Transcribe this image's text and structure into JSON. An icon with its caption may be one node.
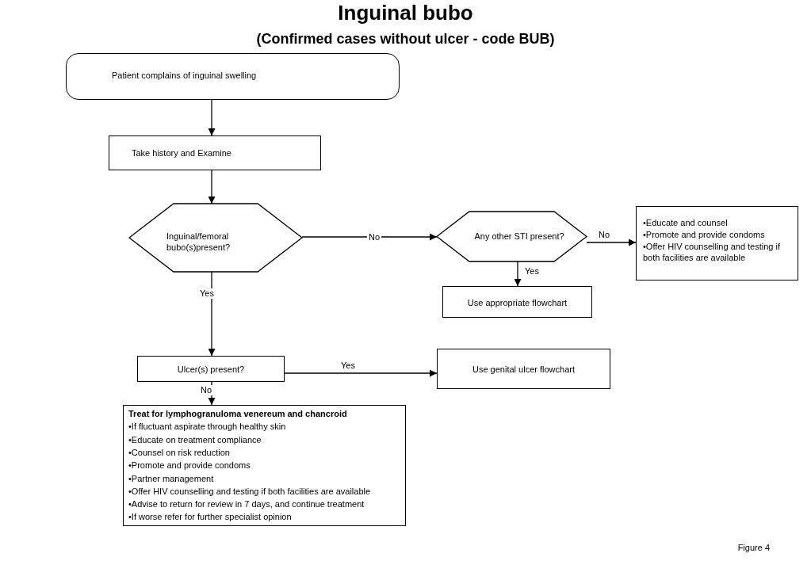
{
  "diagram": {
    "title": "Inguinal bubo",
    "caption": "Figure 4",
    "labels": [
      "(Confirmed cases without ulcer - code BUB)"
    ],
    "nodes": [
      {
        "text": [
          "Patient complains of inguinal swelling"
        ]
      },
      {
        "text": [
          "Take history and Examine"
        ]
      },
      {
        "text": [
          "Inguinal/femoral bubo(s)present?"
        ]
      },
      {
        "text": [
          "Any other STI present?"
        ]
      },
      {
        "text": [
          "•Educate and counsel",
          "•Promote and provide condoms",
          "•Offer HIV counselling and testing if both facilities are available"
        ]
      },
      {
        "text": [
          "Use appropriate flowchart"
        ]
      },
      {
        "text": [
          "Ulcer(s) present?"
        ]
      },
      {
        "text": [
          "Use genital ulcer flowchart"
        ]
      },
      {
        "text": [
          "Treat for lymphogranuloma  venereum and chancroid",
          "•If fluctuant aspirate through healthy skin",
          "•Educate on treatment compliance",
          "•Counsel on risk reduction",
          "•Promote and provide condoms",
          "•Partner management",
          "•Offer HIV counselling and testing if both facilities are available",
          "•Advise to return for review in 7 days, and continue treatment",
          "•If worse refer for further specialist opinion"
        ]
      }
    ],
    "edges": [
      {
        "from": 0,
        "to": 1,
        "arrow": "to"
      },
      {
        "from": 1,
        "to": 2,
        "arrow": "to"
      },
      {
        "from": 2,
        "to": 3,
        "arrow": "to",
        "label": "No"
      },
      {
        "from": 3,
        "to": 4,
        "arrow": "to",
        "label": "No"
      },
      {
        "from": 3,
        "to": 5,
        "arrow": "to",
        "label": "Yes"
      },
      {
        "from": 2,
        "to": 6,
        "arrow": "to",
        "label": "Yes"
      },
      {
        "from": 6,
        "to": 7,
        "arrow": "to",
        "label": "Yes"
      },
      {
        "from": 6,
        "to": 8,
        "arrow": "to",
        "label": "No"
      }
    ]
  }
}
